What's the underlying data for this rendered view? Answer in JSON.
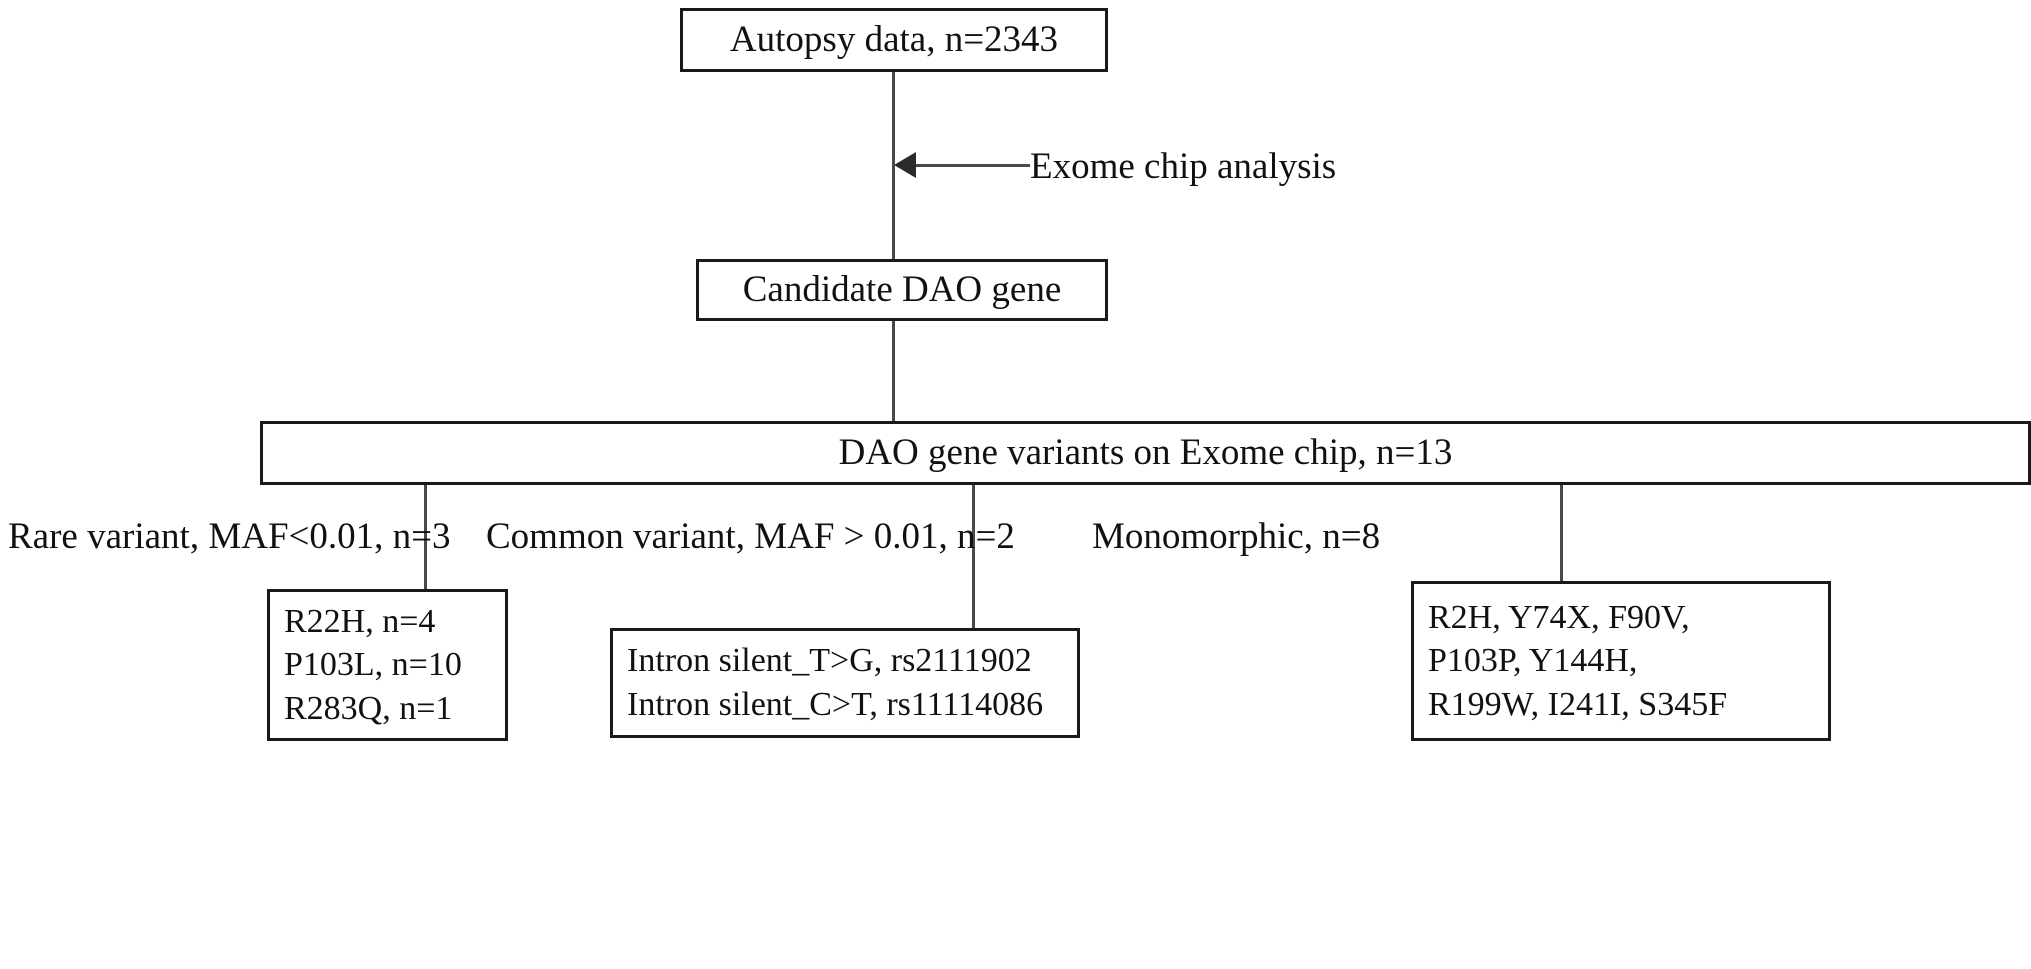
{
  "diagram": {
    "title": "DAO gene exome chip variant selection flowchart",
    "font_color": "#111111",
    "line_color": "#4a4a4a",
    "border_color": "#1a1a1a",
    "background": "#ffffff",
    "nodes": {
      "autopsy": {
        "text": "Autopsy data, n=2343"
      },
      "candidate": {
        "text": "Candidate DAO gene"
      },
      "variants": {
        "text": "DAO gene variants on Exome chip, n=13"
      },
      "rare_box": {
        "lines": [
          "R22H, n=4",
          "P103L, n=10",
          "R283Q, n=1"
        ]
      },
      "common_box": {
        "lines": [
          "Intron silent_T>G, rs2111902",
          "Intron silent_C>T, rs11114086"
        ]
      },
      "mono_box": {
        "lines": [
          "R2H, Y74X, F90V,",
          "P103P, Y144H,",
          "R199W, I241I, S345F"
        ]
      }
    },
    "edge_labels": {
      "exome_chip_analysis": "Exome chip analysis",
      "rare_variant": "Rare variant, MAF<0.01, n=3",
      "common_variant": "Common variant, MAF > 0.01, n=2",
      "monomorphic": "Monomorphic, n=8"
    }
  }
}
